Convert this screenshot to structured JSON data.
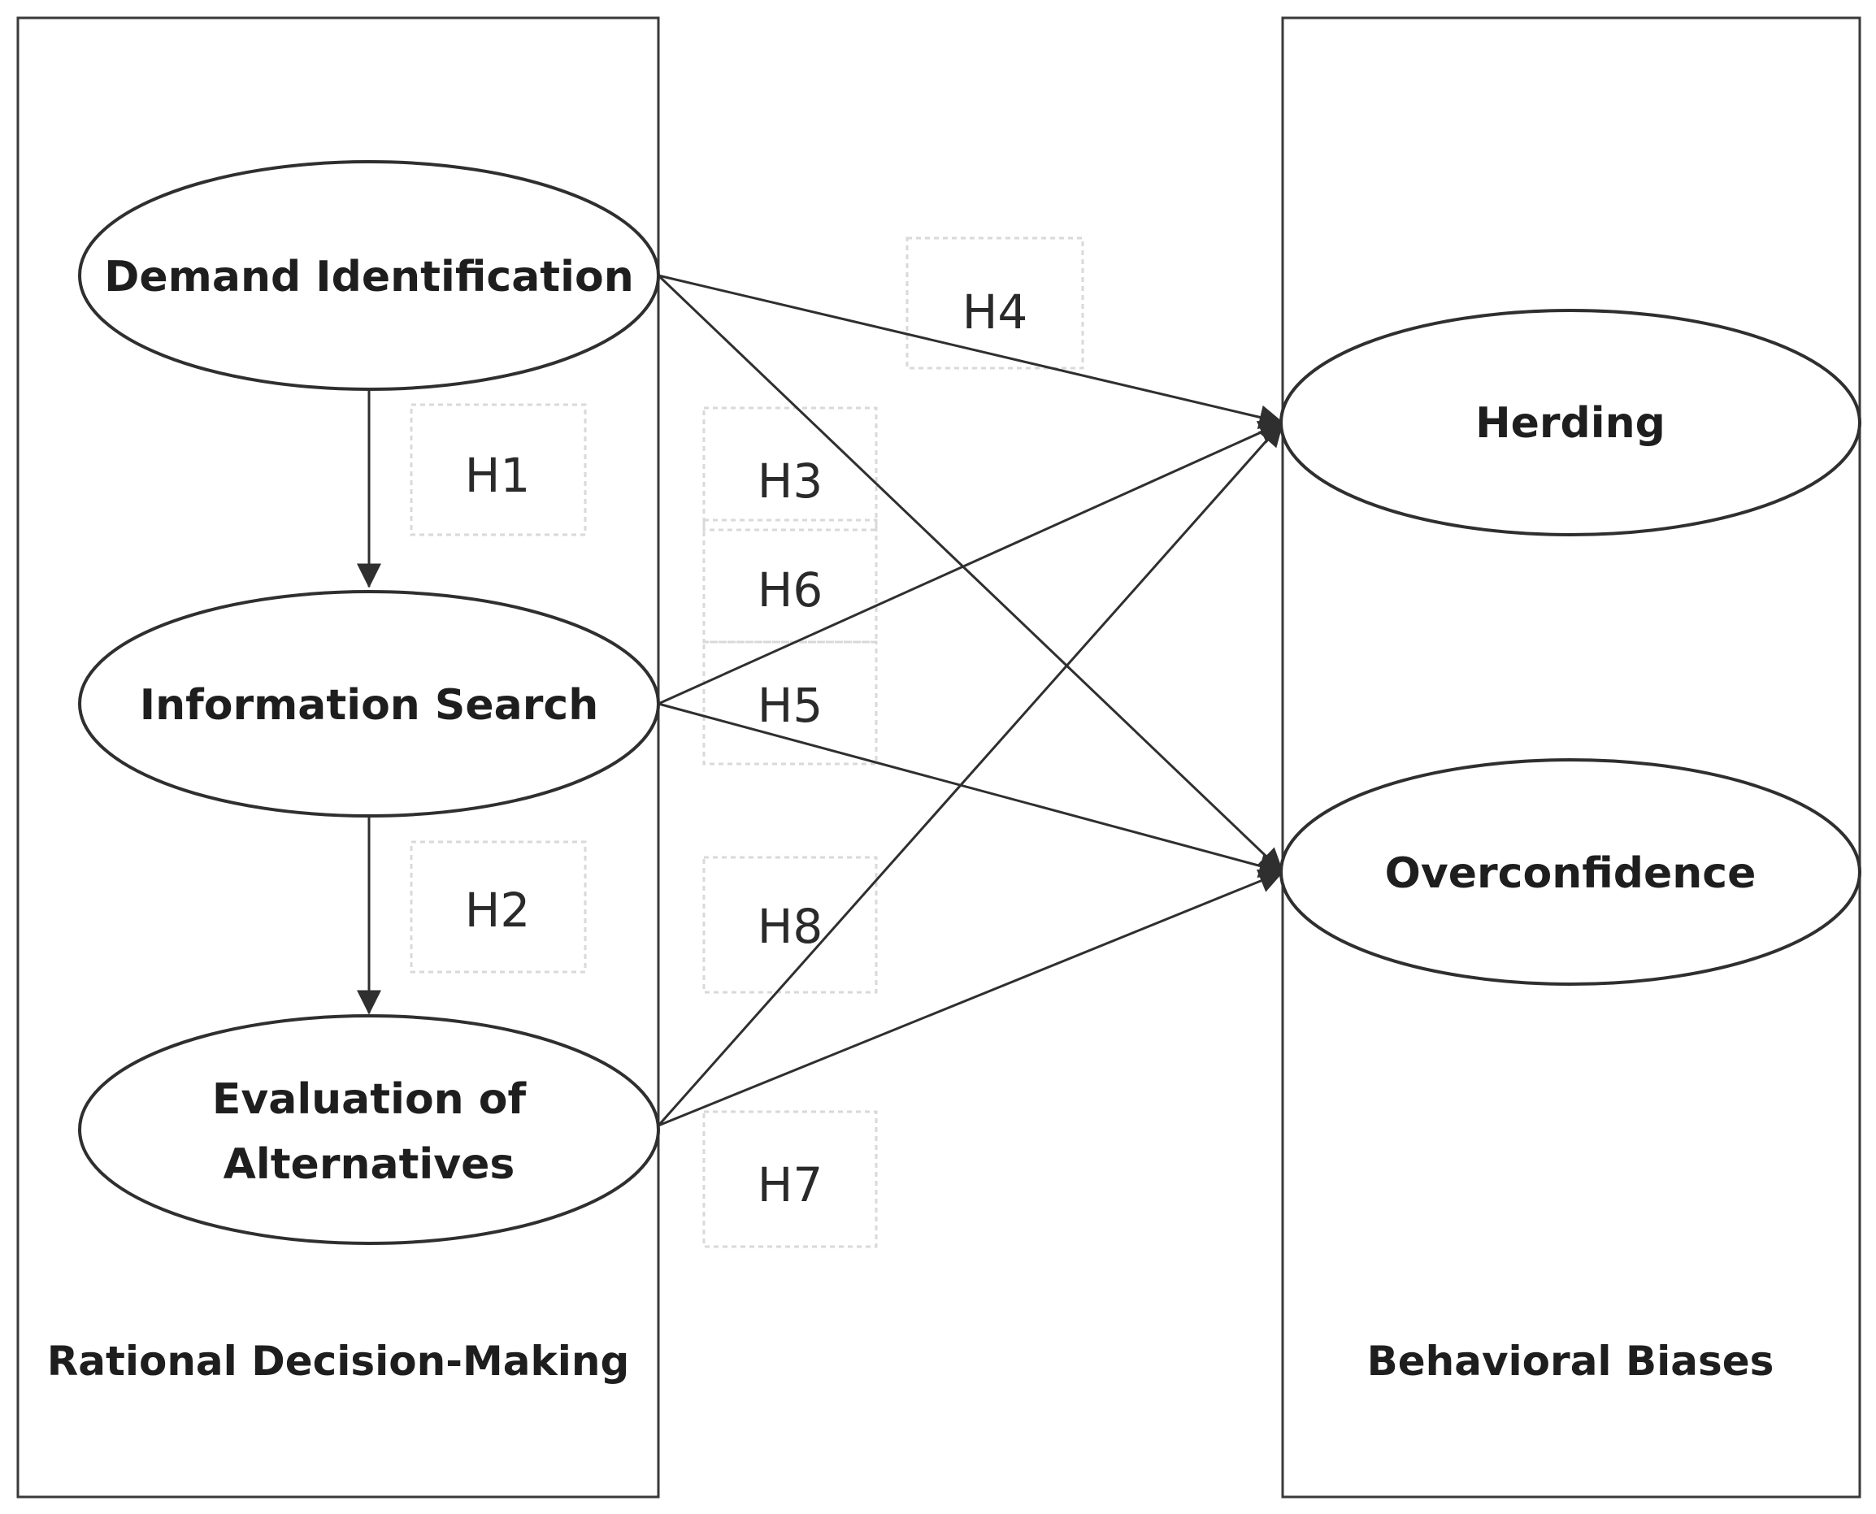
{
  "groups": {
    "rational": {
      "label": "Rational Decision-Making"
    },
    "biases": {
      "label": "Behavioral Biases"
    }
  },
  "nodes": {
    "demand": {
      "label": "Demand Identification"
    },
    "info": {
      "label": "Information Search"
    },
    "eval": {
      "line1": "Evaluation of",
      "line2": "Alternatives"
    },
    "herding": {
      "label": "Herding"
    },
    "overconfidence": {
      "label": "Overconfidence"
    }
  },
  "hypotheses": {
    "h1": "H1",
    "h2": "H2",
    "h3": "H3",
    "h4": "H4",
    "h5": "H5",
    "h6": "H6",
    "h7": "H7",
    "h8": "H8"
  },
  "edges": [
    {
      "from": "demand",
      "to": "info",
      "hypothesis": "H1"
    },
    {
      "from": "info",
      "to": "eval",
      "hypothesis": "H2"
    },
    {
      "from": "demand",
      "to": "overconfidence",
      "hypothesis": "H3"
    },
    {
      "from": "demand",
      "to": "herding",
      "hypothesis": "H4"
    },
    {
      "from": "info",
      "to": "overconfidence",
      "hypothesis": "H5"
    },
    {
      "from": "info",
      "to": "herding",
      "hypothesis": "H6"
    },
    {
      "from": "eval",
      "to": "overconfidence",
      "hypothesis": "H7"
    },
    {
      "from": "eval",
      "to": "herding",
      "hypothesis": "H8"
    }
  ],
  "colors": {
    "stroke": "#2f2f2f",
    "text": "#1e1e1e",
    "hypothesis_box": "#d9d9d9"
  }
}
